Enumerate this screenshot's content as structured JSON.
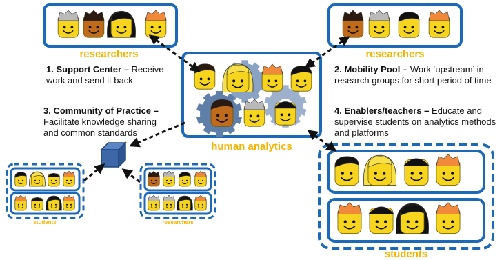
{
  "labels": {
    "researchers_top_left": "researchers",
    "researchers_top_right": "researchers",
    "human_analytics": "human analytics",
    "students_big": "students",
    "students_small": "students",
    "researchers_small": "researchers"
  },
  "items": {
    "support_center": {
      "title": "1. Support Center",
      "sep": " – ",
      "line1": "Receive",
      "line2": "work and send it back"
    },
    "mobility_pool": {
      "title": "2. Mobility Pool",
      "sep": " – ",
      "line1": "Work ‘upstream’ in",
      "line2": "research groups for short period of time"
    },
    "community_practice": {
      "title": "3. Community of Practice",
      "sep": " –",
      "line2": "Facilitate knowledge sharing",
      "line3": "and common standards"
    },
    "enablers_teachers": {
      "title": "4. Enablers/teachers",
      "sep": " – ",
      "line1": "Educate and",
      "line2": "supervise students on analytics methods",
      "line3": "and platforms"
    }
  },
  "colors": {
    "box_border": "#1c69b8",
    "label_yellow": "#f5b400",
    "arrow": "#111111",
    "gear": "#6e8fb8",
    "cube": "#3d67a6",
    "face_yellow": "#f7d51e",
    "face_brown": "#c06a1c",
    "face_dark": "#8e4a14"
  },
  "icons": [
    "lego-face-icon",
    "gear-icon",
    "cube-icon",
    "double-arrow-icon"
  ]
}
